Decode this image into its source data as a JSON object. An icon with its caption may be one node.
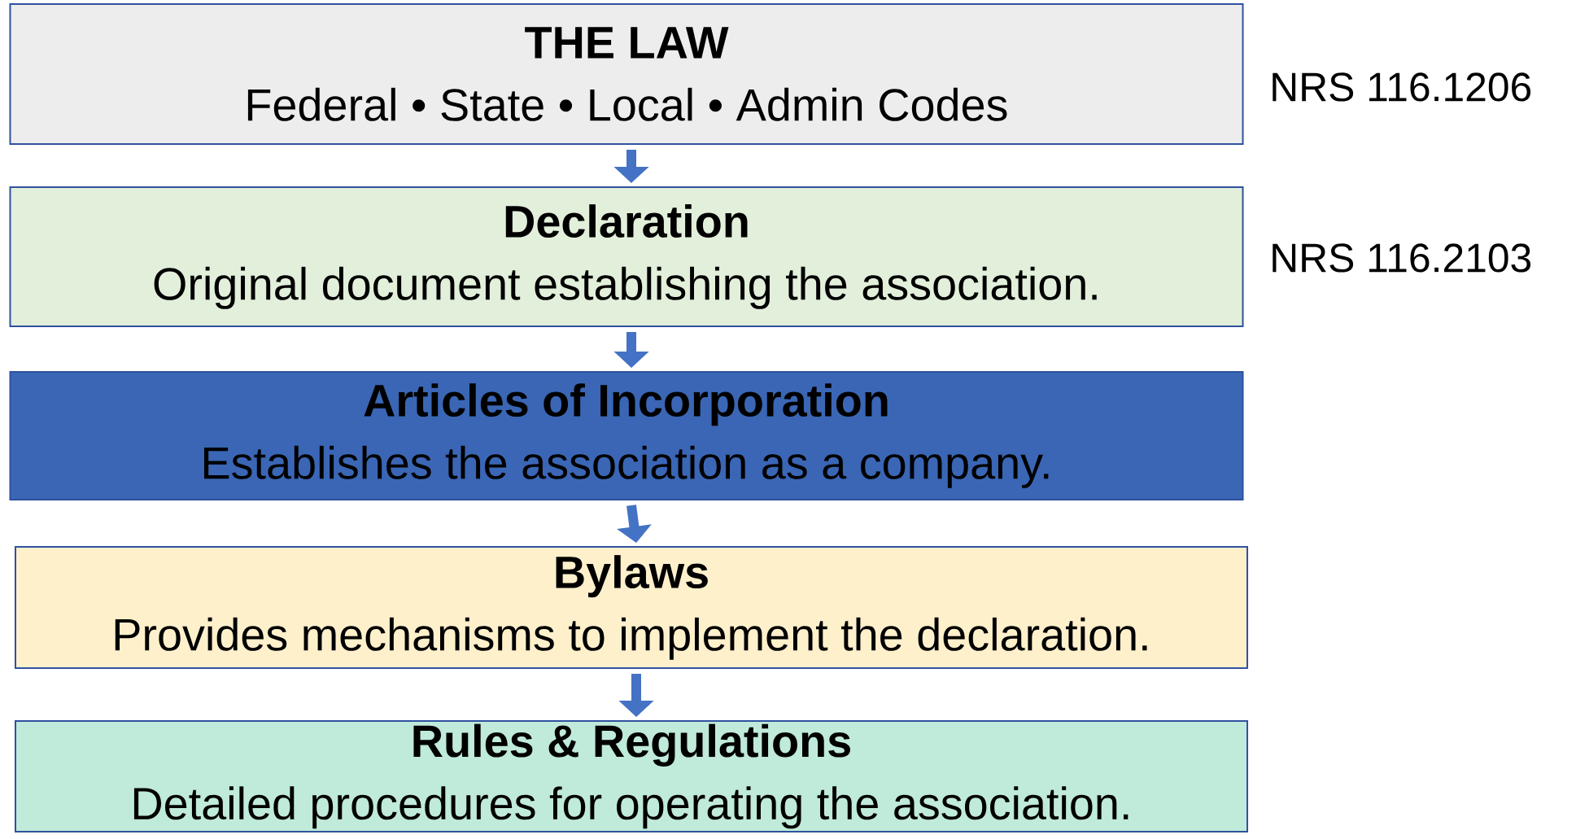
{
  "diagram": {
    "nodes": [
      {
        "text": [
          "THE LAW",
          "Federal • State • Local • Admin Codes"
        ],
        "beside": [
          "NRS 116.1206"
        ]
      },
      {
        "text": [
          "Declaration",
          "Original document establishing the association."
        ],
        "beside": [
          "NRS 116.2103"
        ]
      },
      {
        "text": [
          "Articles of Incorporation",
          "Establishes the association as a company."
        ]
      },
      {
        "text": [
          "Bylaws",
          "Provides mechanisms to implement the declaration."
        ]
      },
      {
        "text": [
          "Rules & Regulations",
          "Detailed procedures for operating the association."
        ]
      }
    ],
    "edges": [
      {
        "from": 0,
        "to": 1,
        "arrow": "to"
      },
      {
        "from": 1,
        "to": 2,
        "arrow": "to"
      },
      {
        "from": 2,
        "to": 3,
        "arrow": "to"
      },
      {
        "from": 3,
        "to": 4,
        "arrow": "to"
      }
    ]
  }
}
